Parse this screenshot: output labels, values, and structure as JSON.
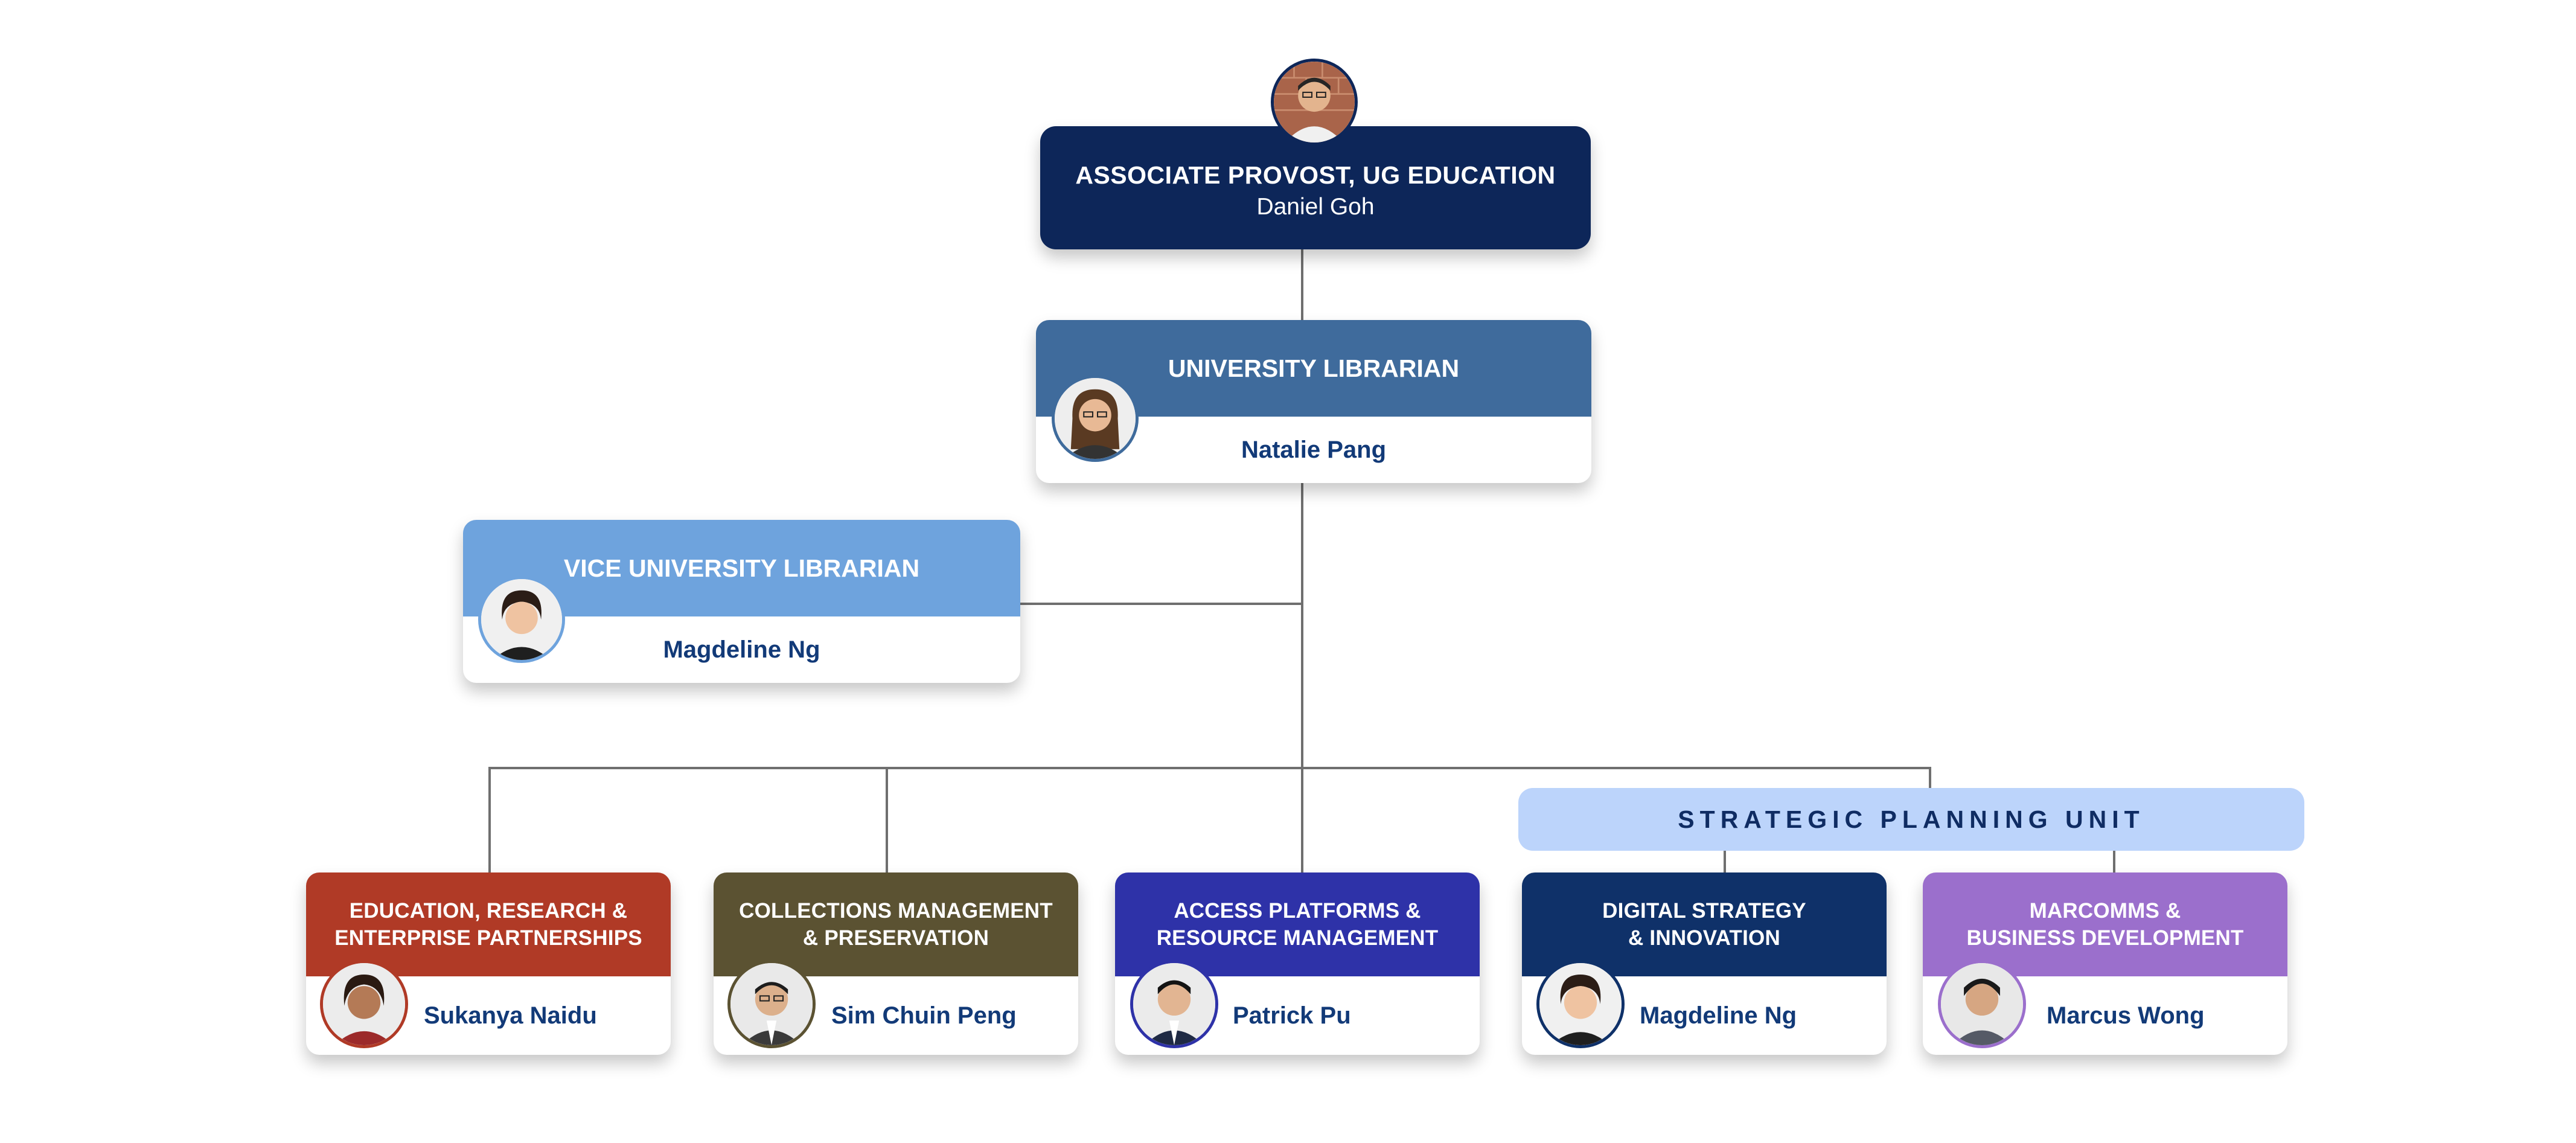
{
  "director": {
    "title": "ASSOCIATE PROVOST, UG EDUCATION",
    "name": "Daniel Goh",
    "color": "#0d2659"
  },
  "librarian": {
    "title": "UNIVERSITY LIBRARIAN",
    "name": "Natalie Pang",
    "color": "#3f6b9c"
  },
  "vice_librarian": {
    "title": "VICE UNIVERSITY LIBRARIAN",
    "name": "Magdeline Ng",
    "color": "#6ea3dd"
  },
  "strategic_planning_unit": {
    "label": "STRATEGIC PLANNING UNIT",
    "color": "#bcd4fb"
  },
  "departments": [
    {
      "title_line1": "EDUCATION, RESEARCH &",
      "title_line2": "ENTERPRISE PARTNERSHIPS",
      "name": "Sukanya Naidu",
      "color": "#b03a26"
    },
    {
      "title_line1": "COLLECTIONS MANAGEMENT",
      "title_line2": "& PRESERVATION",
      "name": "Sim Chuin Peng",
      "color": "#5b5232"
    },
    {
      "title_line1": "ACCESS PLATFORMS &",
      "title_line2": "RESOURCE MANAGEMENT",
      "name": "Patrick Pu",
      "color": "#2e32a8"
    },
    {
      "title_line1": "DIGITAL STRATEGY",
      "title_line2": "& INNOVATION",
      "name": "Magdeline Ng",
      "color": "#0f3169"
    },
    {
      "title_line1": "MARCOMMS &",
      "title_line2": "BUSINESS DEVELOPMENT",
      "name": "Marcus Wong",
      "color": "#9b6fcc"
    }
  ]
}
